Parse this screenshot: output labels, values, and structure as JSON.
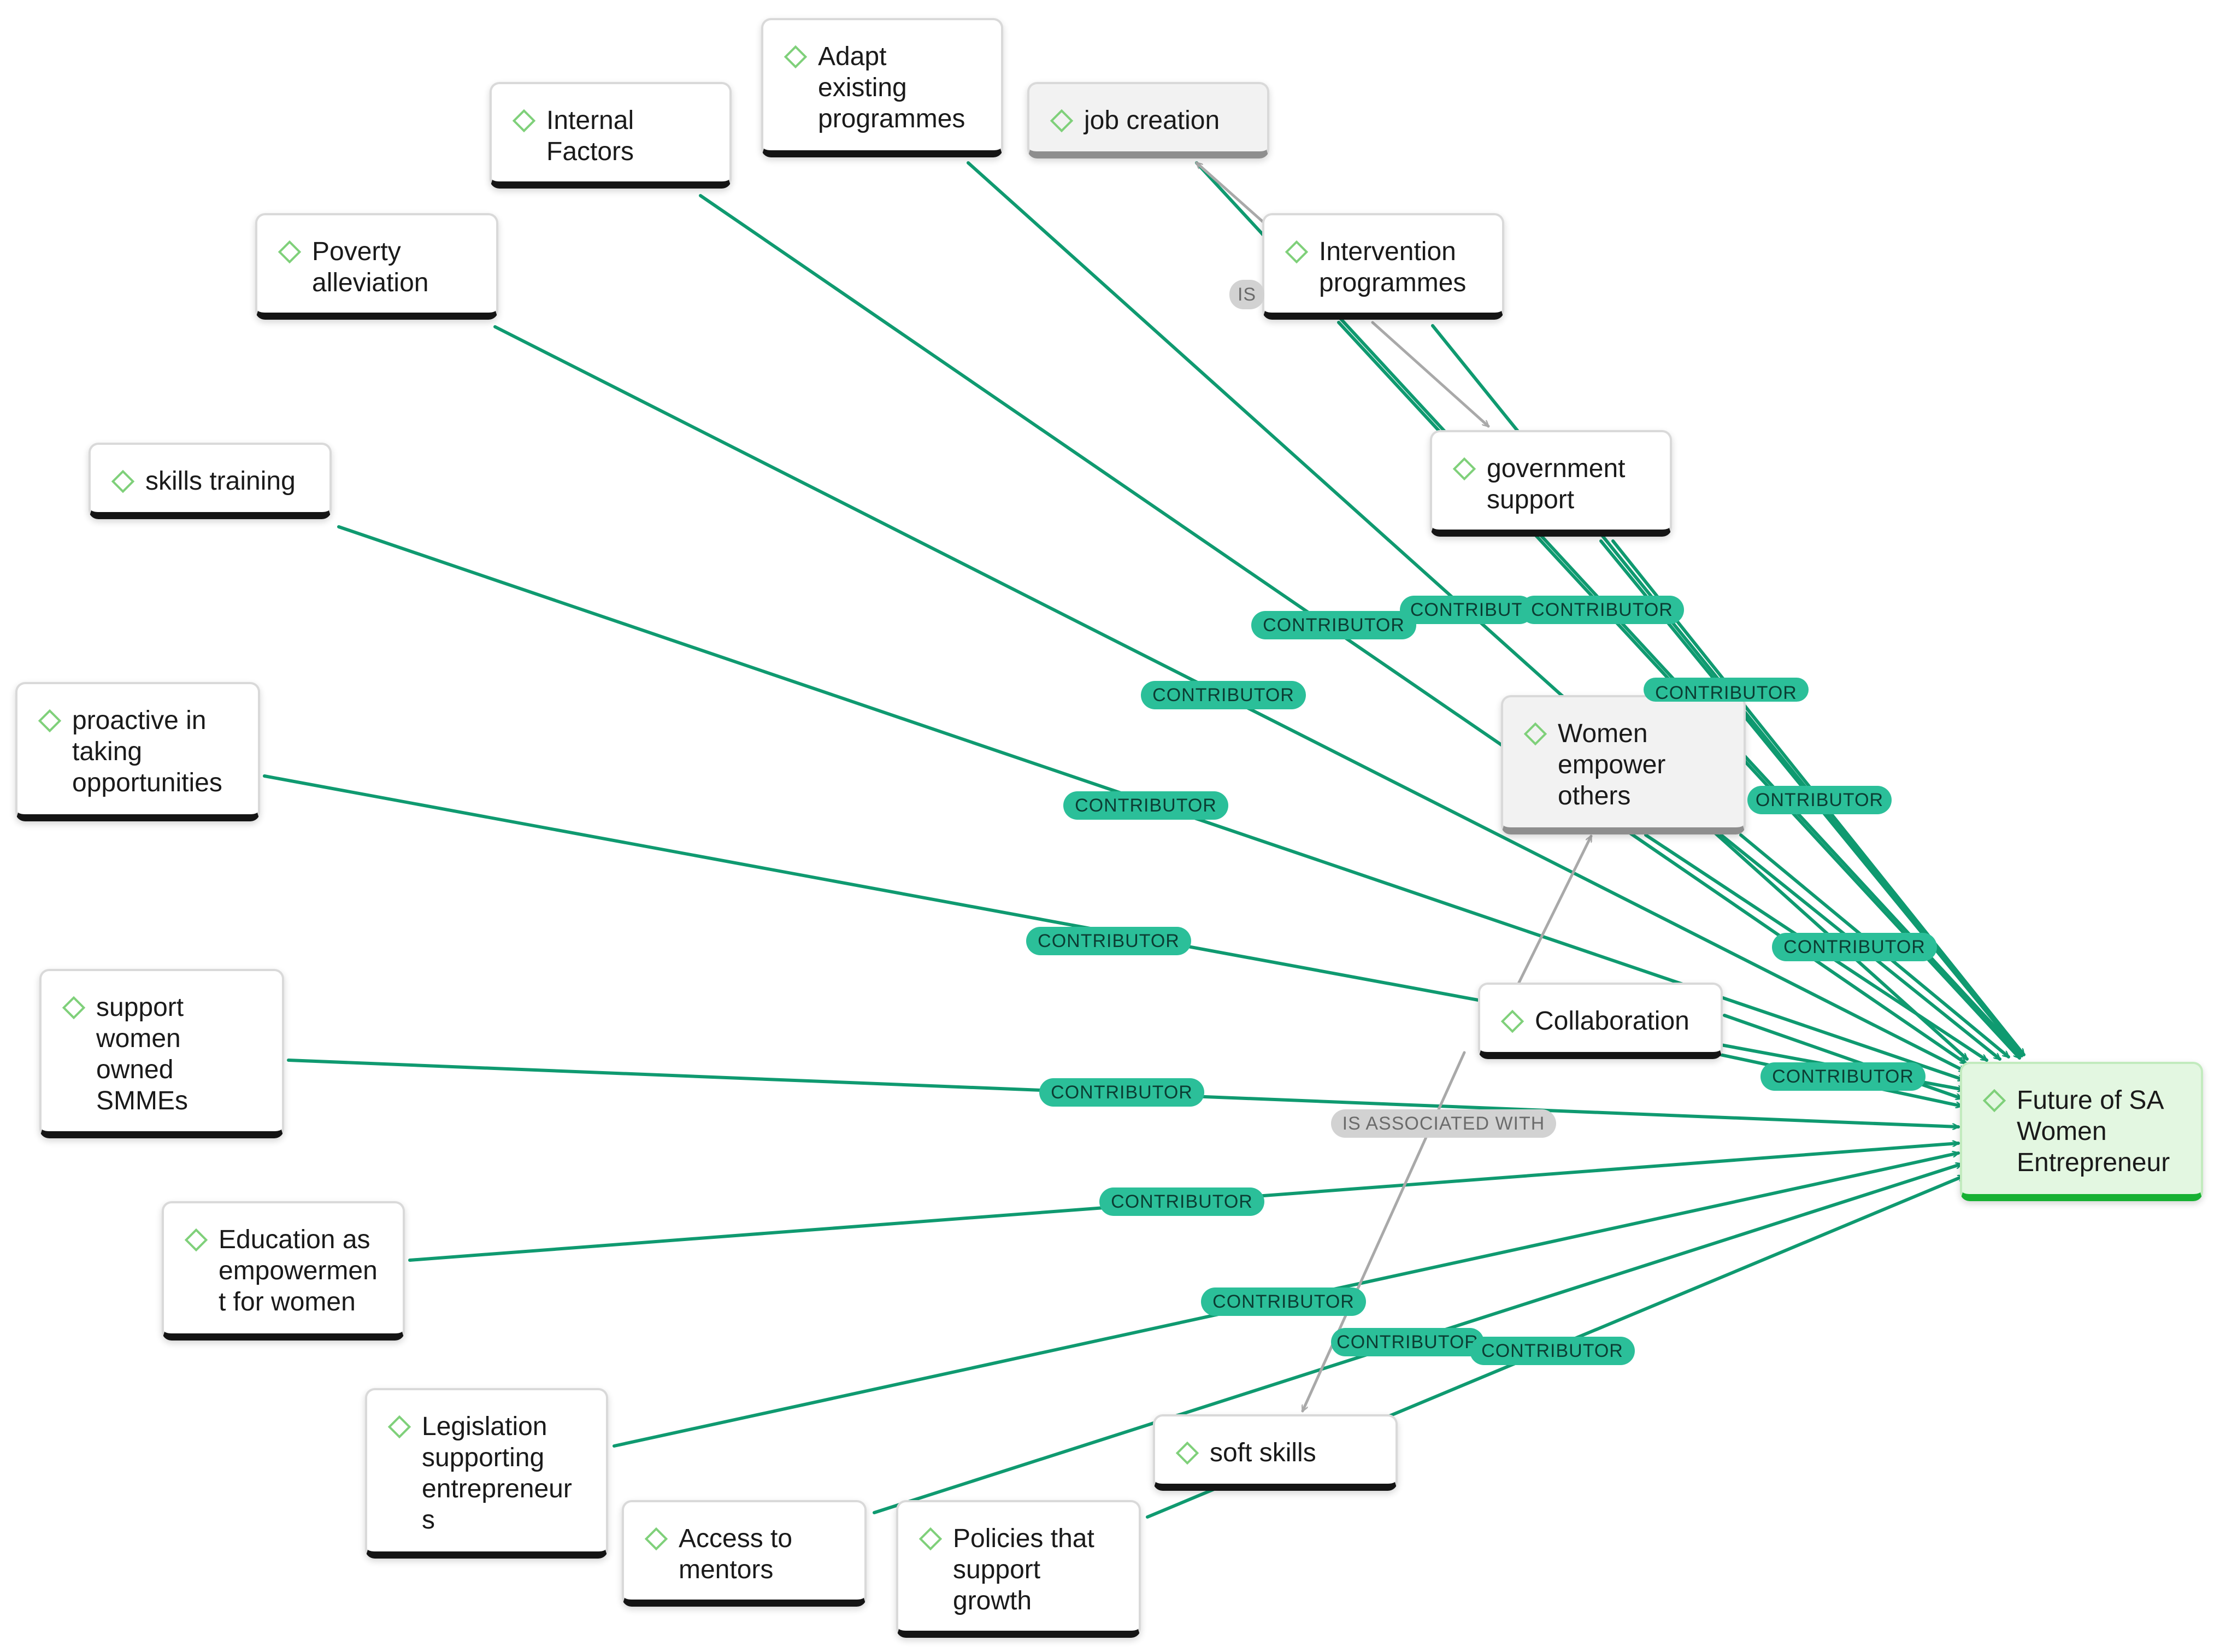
{
  "colors": {
    "contributor_line": "#0f9a70",
    "contributor_label_bg": "#2bbf99",
    "association_line": "#a9a9a9",
    "association_label_bg": "#d2d2d2",
    "target_bg": "#e3f7e1",
    "target_accent": "#16b132",
    "node_icon": "#7fd07a"
  },
  "icon": "diamond-icon",
  "nodes": {
    "adapt_existing_programmes": "Adapt\nexisting\nprogrammes",
    "job_creation": "job creation",
    "internal_factors": "Internal\nFactors",
    "intervention_programmes": "Intervention\nprogrammes",
    "poverty_alleviation": "Poverty\nalleviation",
    "government_support": "government\nsupport",
    "skills_training": "skills training",
    "women_empower_others": "Women\nempower\nothers",
    "proactive": "proactive in\ntaking\nopportunities",
    "collaboration": "Collaboration",
    "support_smmes": "support\nwomen\nowned\nSMMEs",
    "future_sa_women": "Future of SA\nWomen\nEntrepreneur",
    "education": "Education as\nempowermen\nt for women",
    "legislation": "Legislation\nsupporting\nentrepreneur\ns",
    "soft_skills": "soft skills",
    "access_mentors": "Access to\nmentors",
    "policies_growth": "Policies that\nsupport\ngrowth"
  },
  "edge_labels": {
    "contributor": "CONTRIBUTOR",
    "contributor_truncated": "CONTRIBUT",
    "contributor_cut": "CONTRIBUTOR",
    "contributor_left_cut": "ONTRIBUTOR",
    "contributor_top_cut": "CONTRIBUTOR",
    "is_associated_with": "IS ASSOCIATED WITH",
    "is_truncated": "IS"
  }
}
